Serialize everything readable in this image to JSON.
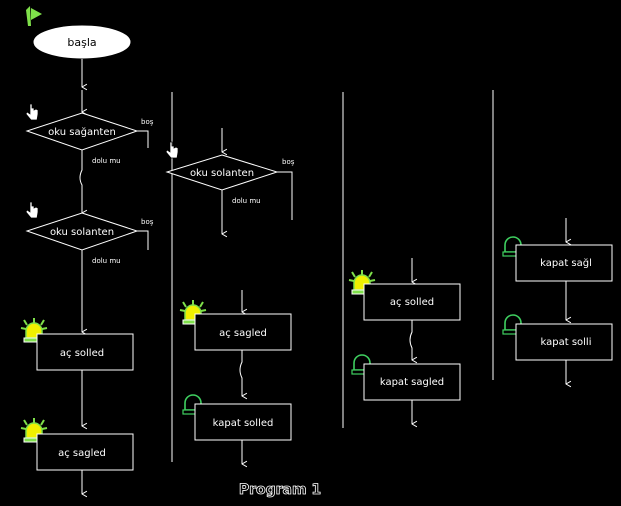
{
  "caption": "Program 1",
  "start_label": "başla",
  "decision_yes": "boş",
  "decision_no": "dolu mu",
  "col1": {
    "d1": "oku sağanten",
    "d2": "oku solanten",
    "b1": "aç solled",
    "b2": "aç sagled"
  },
  "col2": {
    "d1": "oku solanten",
    "b1": "aç sagled",
    "b2": "kapat solled"
  },
  "col3": {
    "b1": "aç solled",
    "b2": "kapat sagled"
  },
  "col4": {
    "b1": "kapat sağl",
    "b2": "kapat solli"
  },
  "colors": {
    "background": "#000000",
    "line": "#ffffff",
    "start_fill": "#ffffff",
    "lamp_on": "#f0f000",
    "lamp_glow": "#7fe04a",
    "lamp_off_outline": "#3fd060",
    "pointer_icon": "#ffffff"
  },
  "icons": [
    "pointer-hand-icon",
    "lamp-on-icon",
    "lamp-off-icon",
    "flag-icon"
  ]
}
